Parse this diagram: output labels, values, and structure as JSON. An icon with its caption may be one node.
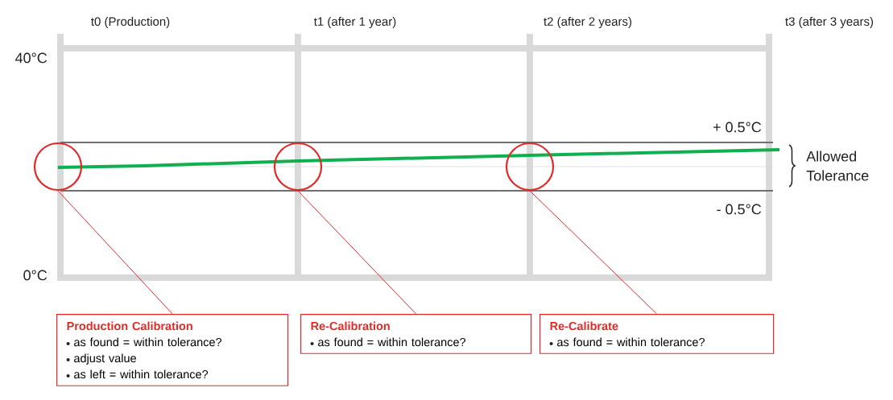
{
  "diagram": {
    "nodes": [
      {
        "text": [],
        "shape": "circle"
      },
      {
        "text": [],
        "shape": "circle"
      },
      {
        "text": [],
        "shape": "circle"
      },
      {
        "text": [
          "Production Calibration",
          "as found = within tolerance?",
          "adjust value",
          "as left = within tolerance?"
        ]
      },
      {
        "text": [
          "Re-Calibration",
          "as found = within tolerance?"
        ]
      },
      {
        "text": [
          "Re-Calibrate",
          "as found = within tolerance?"
        ]
      }
    ],
    "edges": [
      {
        "from": 3,
        "to": 0,
        "arrow": "none"
      },
      {
        "from": 4,
        "to": 1,
        "arrow": "none"
      },
      {
        "from": 5,
        "to": 2,
        "arrow": "none"
      }
    ],
    "labels": [
      "t0 (Production)",
      "t1 (after 1 year)",
      "t2 (after 2 years)",
      "t3 (after 3 years)",
      "40°C",
      "+ 0.5°C",
      "Allowed Tolerance",
      "- 0.5°C",
      "0°C"
    ]
  }
}
